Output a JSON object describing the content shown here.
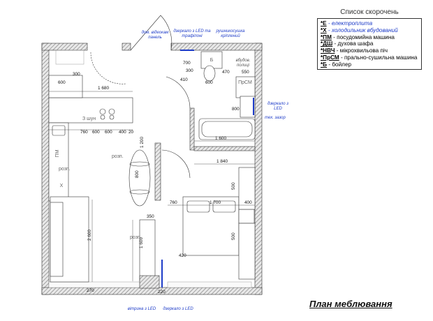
{
  "legend": {
    "title": "Список скорочень",
    "rows": [
      {
        "abbr": "*Е",
        "desc": " - електроплита",
        "blue": true
      },
      {
        "abbr": "*Х",
        "desc": " - холодильник вбудований",
        "blue": true
      },
      {
        "abbr": "*ПМ",
        "desc": " - посудомийна машина",
        "blue": false
      },
      {
        "abbr": "*ДШ",
        "desc": " - духова шафа",
        "blue": false
      },
      {
        "abbr": "*НВЧ",
        "desc": " - мікрохвильова піч",
        "blue": false
      },
      {
        "abbr": "*ПрСМ",
        "desc": " - прально-сушильна машина",
        "blue": false
      },
      {
        "abbr": "*Б",
        "desc": " - бойлер",
        "blue": false
      }
    ]
  },
  "plan_title": "План меблювання",
  "notes": {
    "doorbell_panel": "дом. відеокам панель",
    "mirror_led_top": "дзеркало з LED та трафіпоні",
    "towel_rail": "рушникосушка кріплений",
    "mirror_led_right": "дзеркало з LED",
    "tech_gap": "тех. зазор",
    "wall_niche": "вбудов. полиці",
    "showcase_led": "вітрина з LED",
    "mirror_led_bottom": "дзеркало з LED"
  },
  "labels": {
    "boiler": "Б",
    "washer": "ПрСМ",
    "stove_code": "З шун",
    "dishwasher": "ПМ",
    "fridge": "Х",
    "rozet1": "розп.",
    "rozet2": "розп.",
    "rozet3": "розп."
  },
  "dims": {
    "d1680": "1 680",
    "d600a": "600",
    "d300a": "300",
    "d760a": "760",
    "d600b": "600",
    "d600c": "600",
    "d400a": "400",
    "d20": "20",
    "d1600a": "1 600",
    "d1840": "1 840",
    "d700a": "700",
    "d410": "410",
    "d600d": "600",
    "d470": "470",
    "d550": "550",
    "d300b": "300",
    "d800a": "800",
    "d760b": "760",
    "d1700": "1 700",
    "d400b": "400",
    "d350": "350",
    "d2600": "2 600",
    "d1600b": "1 600",
    "d420": "420",
    "d800b": "800",
    "d1200": "1 200",
    "d500a": "500",
    "d500b": "500",
    "d220": "220",
    "d270": "270"
  }
}
